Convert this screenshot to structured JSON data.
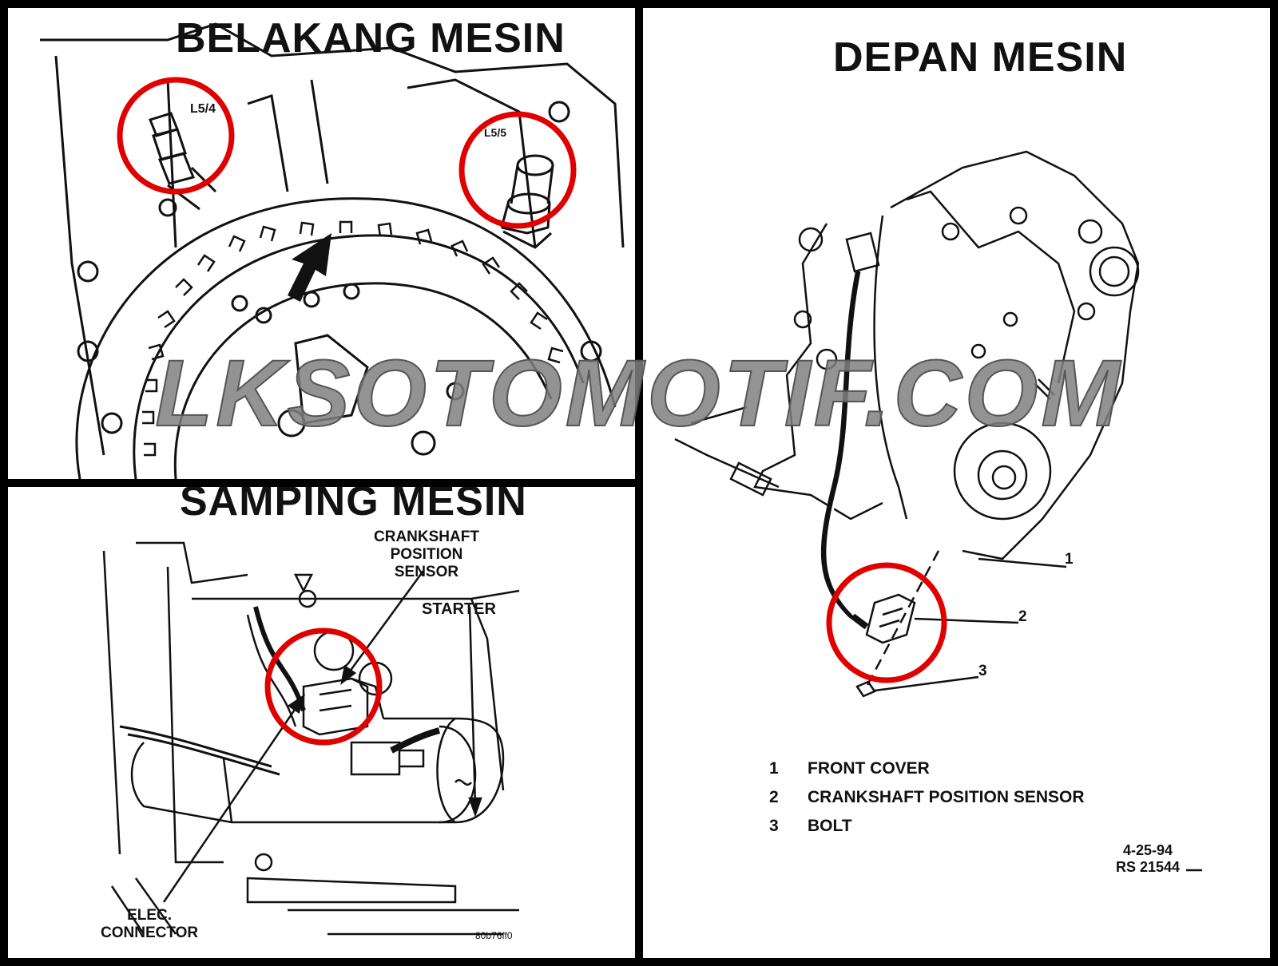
{
  "headings": {
    "rear": "BELAKANG MESIN",
    "side": "SAMPING MESIN",
    "front": "DEPAN MESIN"
  },
  "rear_panel": {
    "label_left": "L5/4",
    "label_right": "L5/5"
  },
  "side_panel": {
    "label_sensor": "CRANKSHAFT\nPOSITION\nSENSOR",
    "label_starter": "STARTER",
    "label_connector": "ELEC.\nCONNECTOR",
    "code": "80b76ff0"
  },
  "front_panel": {
    "callouts": [
      "1",
      "2",
      "3"
    ],
    "legend": [
      {
        "num": "1",
        "text": "FRONT COVER"
      },
      {
        "num": "2",
        "text": "CRANKSHAFT POSITION SENSOR"
      },
      {
        "num": "3",
        "text": "BOLT"
      }
    ],
    "code_line1": "4-25-94",
    "code_line2": "RS 21544"
  },
  "watermark": "LKSOTOMOTIF.COM",
  "colors": {
    "highlight": "#e00000",
    "line": "#111111",
    "watermark": "#808080"
  }
}
